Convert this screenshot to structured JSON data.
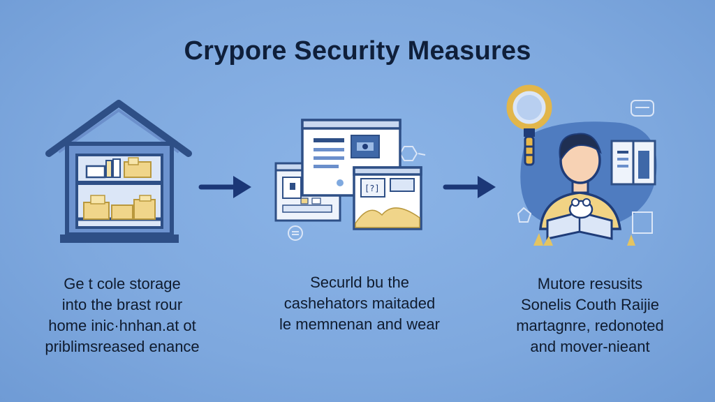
{
  "title": "Crypore Security Measures",
  "colors": {
    "background": "#7fa9df",
    "navy": "#1f3c78",
    "outline": "#2e4f86",
    "gold": "#f0d58a",
    "arrow": "#1b3777"
  },
  "steps": [
    {
      "icon": "house-storage-icon",
      "caption_lines": [
        "Ge t cole storage",
        "into the brast rour",
        "home inic·hnhan.at ot",
        "priblimsreased enance"
      ]
    },
    {
      "icon": "documents-security-icon",
      "caption_lines": [
        "Securld bu the",
        "cashehators maitaded",
        "le memnenan and wear"
      ]
    },
    {
      "icon": "person-magnifier-icon",
      "caption_lines": [
        "Mutore resusits",
        "Sonelis Couth Raijie",
        "martagnre, redonoted",
        "and mover-nieant"
      ]
    }
  ],
  "arrows": [
    "arrow-right-icon",
    "arrow-right-icon"
  ]
}
